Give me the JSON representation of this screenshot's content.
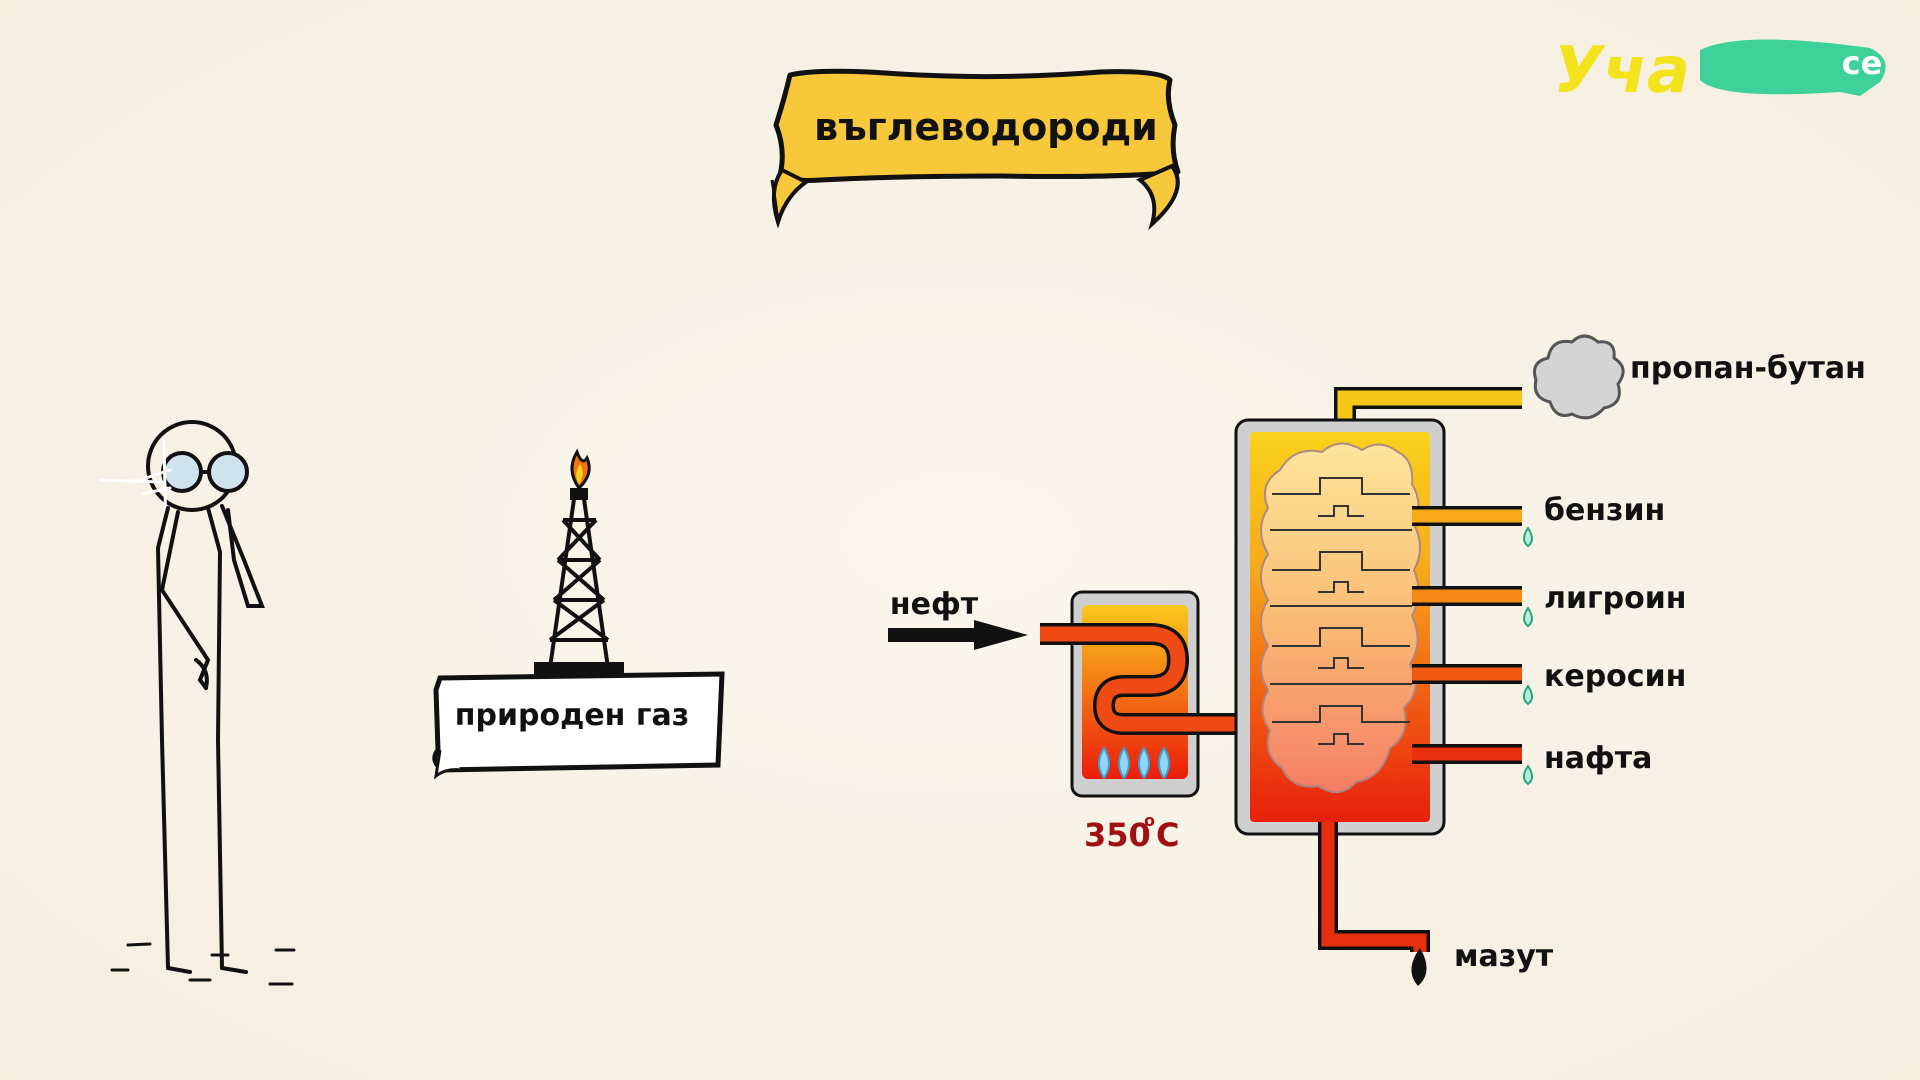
{
  "title": "въглеводороди",
  "logo": {
    "text": "Уча",
    "badge": "се"
  },
  "natural_gas_label": "природен газ",
  "input_label": "нефт",
  "temperature": {
    "value": "350",
    "unit": "C"
  },
  "fractions": {
    "propane_butane": "пропан-бутан",
    "gasoline": "бензин",
    "ligroin": "лигроин",
    "kerosene": "керосин",
    "naphtha": "нафта",
    "fuel_oil": "мазут"
  },
  "colors": {
    "banner": "#f7c83a",
    "yellow": "#f5c518",
    "orange": "#f08a17",
    "red": "#e8300e",
    "dark_red": "#a01010",
    "logo_yellow": "#f2e31c",
    "logo_green": "#3fd19a",
    "gray": "#c8c8c8"
  }
}
